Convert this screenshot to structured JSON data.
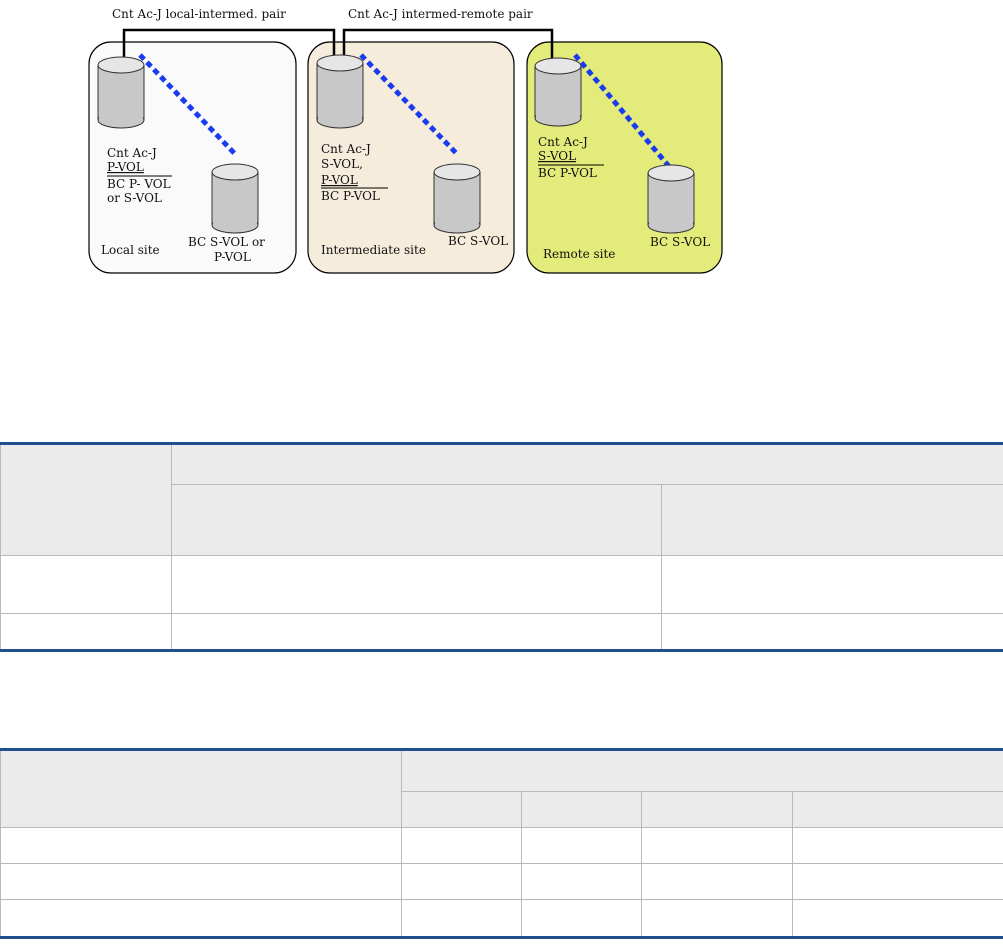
{
  "diagram": {
    "pair_labels": {
      "local_intermed": "Cnt Ac-J  local-intermed. pair",
      "intermed_remote": "Cnt Ac-J intermed-remote pair"
    },
    "sites": {
      "local": {
        "name": "Local site",
        "vol_a": [
          "Cnt Ac-J",
          "P-VOL",
          "BC P- VOL",
          "or S-VOL"
        ],
        "vol_b": [
          "BC S-VOL or",
          "P-VOL"
        ]
      },
      "intermediate": {
        "name": "Intermediate site",
        "vol_a": [
          "Cnt Ac-J",
          "S-VOL,",
          "P-VOL",
          "BC P-VOL"
        ],
        "vol_b": [
          "BC S-VOL"
        ]
      },
      "remote": {
        "name": "Remote site",
        "vol_a": [
          "Cnt Ac-J",
          "S-VOL",
          "BC P-VOL"
        ],
        "vol_b": [
          "BC S-VOL"
        ]
      }
    },
    "colors": {
      "local_fill": "#fafafa",
      "intermediate_fill": "#f6ecdc",
      "remote_fill": "#e3ec7a",
      "dotted_link": "#1a3cf0",
      "pair_line": "#000000",
      "cylinder": "#c8c8c8",
      "cylinder_top": "#e6e6e6"
    }
  },
  "tables": {
    "border_color": "#1f4f8c",
    "header_fill": "#ebebeb",
    "first": {},
    "second": {}
  }
}
